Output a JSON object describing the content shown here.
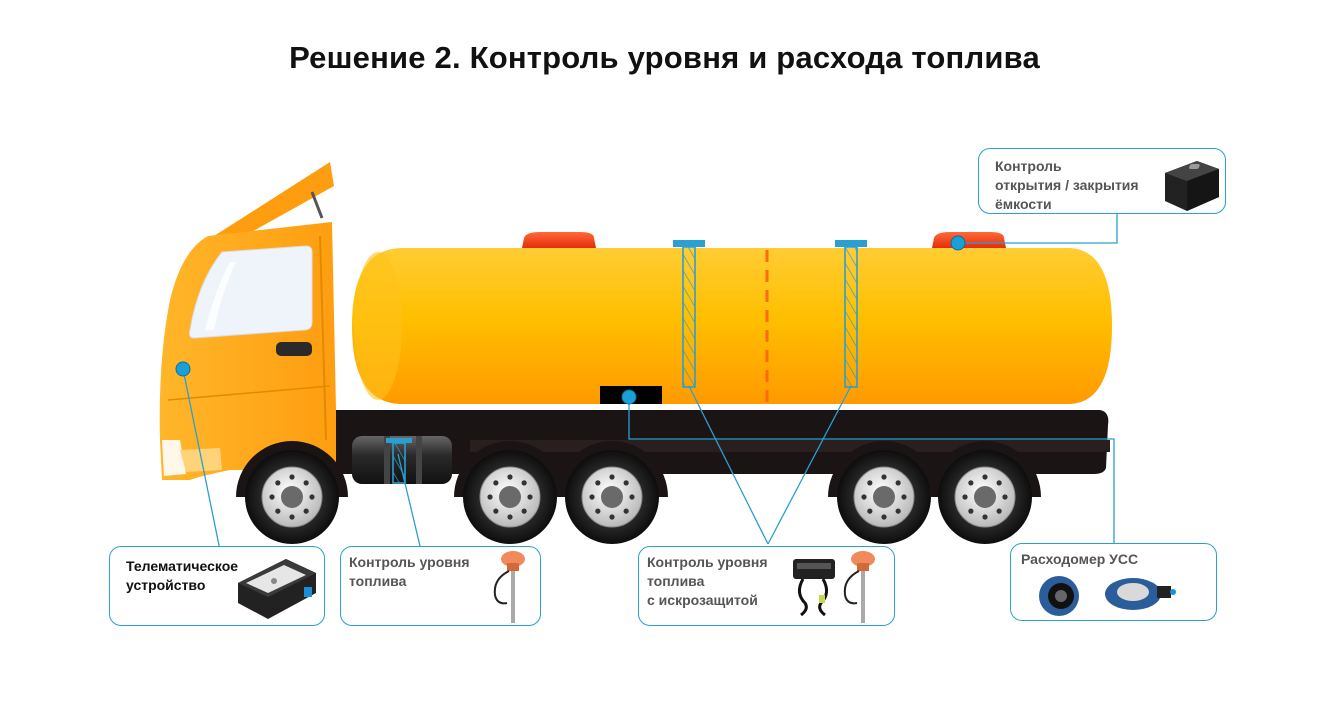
{
  "title": "Решение 2. Контроль уровня и расхода топлива",
  "callouts": {
    "lid_control": {
      "label": "Контроль\nоткрытия  / закрытия\nёмкости",
      "icon": "lid-sensor-icon"
    },
    "telematics": {
      "label": "Телематическое\nустройство",
      "icon": "telematics-device-icon"
    },
    "fuel_level": {
      "label": "Контроль  уровня\nтоплива",
      "icon": "fuel-level-sensor-icon"
    },
    "fuel_level_ex": {
      "label": "Контроль уровня\nтоплива\nс искрозащитой",
      "icon": "intrinsic-safety-barrier-icon"
    },
    "flowmeter": {
      "label": "Расходомер  УСС",
      "icon": "flowmeter-icon"
    }
  },
  "colors": {
    "accent": "#2a9fd0",
    "marker": "#1aa0d8",
    "tank": "#ffb300",
    "cab": "#ffa71a",
    "chassis": "#1b1414",
    "cap": "#ee3a14"
  }
}
